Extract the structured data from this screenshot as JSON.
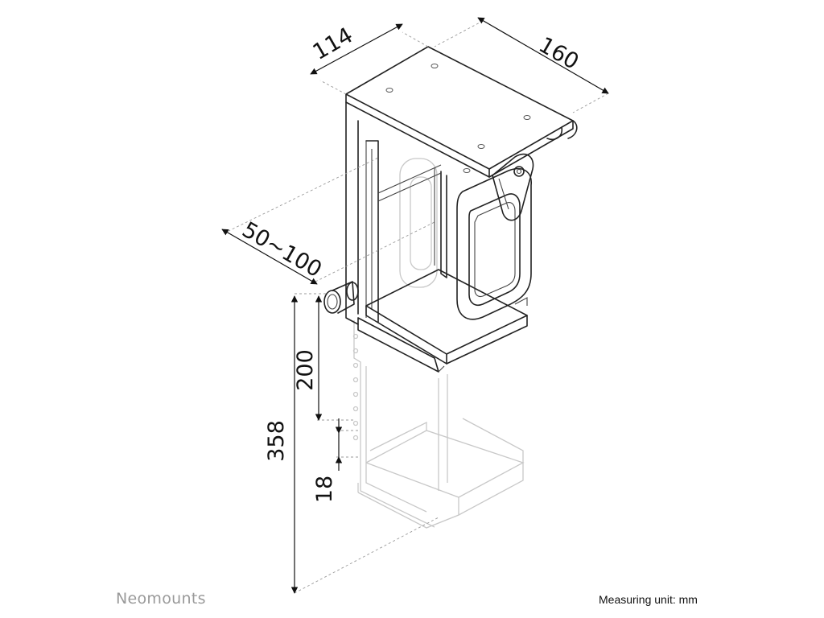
{
  "brand": "Neomounts",
  "measuring_unit": "Measuring unit: mm",
  "dimensions": {
    "depth": "114",
    "width": "160",
    "adjust_width": "50~100",
    "adjust_height": "200",
    "total_height": "358",
    "bottom_lip": "18"
  }
}
